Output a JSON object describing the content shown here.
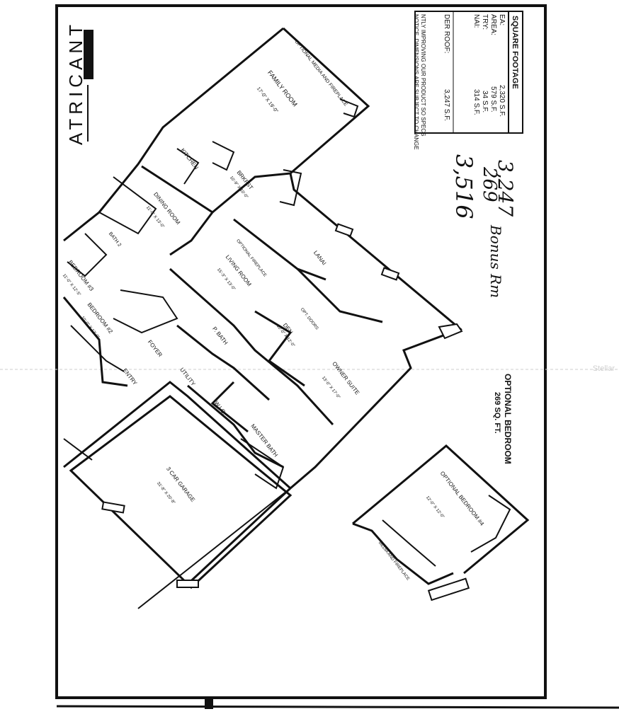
{
  "square_footage": {
    "title": "SQUARE FOOTAGE",
    "rows": [
      {
        "label": "EA:",
        "value": "2,320 S.F."
      },
      {
        "label": "AREA:",
        "value": "579 S.F."
      },
      {
        "label": "TRY:",
        "value": "34 S.F."
      },
      {
        "label": "NAI:",
        "value": "314 S.F."
      },
      {
        "label": "DER ROOF:",
        "value": "3,247 S.F."
      }
    ],
    "disclaimer_1": "NTLY IMPROVING OUR PRODUCT SO SPECS",
    "disclaimer_2": "NOTICE. DIMENSIONS ARE SUBJECT TO CHANGE"
  },
  "handwritten": {
    "line1": "3,247",
    "line2": "269",
    "line3": "3,516",
    "note": "Bonus Rm"
  },
  "brand": {
    "text": "ATRICANT"
  },
  "optional_bedroom": {
    "title": "OPTIONAL BEDROOM",
    "area": "269 SQ. FT."
  },
  "rooms": {
    "family_room": "FAMILY ROOM",
    "family_dim": "17'-0\" X 19'-0\"",
    "optional_fireplace_1": "OPTIONAL MEDIA AND FIREPLACE",
    "kitchen": "KITCHEN",
    "brkfst": "BRKFST",
    "brkfst_dim": "10'-9\" X 10'-0\"",
    "dining": "DINING ROOM",
    "dining_dim": "11'-0\" X 13'-0\"",
    "bath2": "BATH 2",
    "bedroom3": "BEDROOM #3",
    "bedroom3_dim": "11'-0\" X 12'-5\"",
    "bedroom2": "BEDROOM #2",
    "bedroom2_dim": "10'-0\" X 12'-0\"",
    "living": "LIVING ROOM",
    "living_dim": "15'-3\" X 13'-0\"",
    "optional_fireplace_2": "OPTIONAL FIREPLACE",
    "lanai": "LANAI",
    "den": "DEN",
    "den_dim": "10'-0\" X 12'-0\"",
    "den_doors": "OPT. DOORS",
    "foyer": "FOYER",
    "entry": "ENTRY",
    "pbath": "P. BATH",
    "utility": "UTILITY",
    "owner_suite": "OWNER SUITE",
    "owner_dim": "13'-0\" X 17'-0\"",
    "wic": "W.I.C.",
    "master_bath": "MASTER BATH",
    "garage": "3 CAR GARAGE",
    "garage_dim": "31'-8\" X 20'-8\"",
    "opt_bedroom": "OPTIONAL BEDROOM #4",
    "opt_bedroom_dim": "12'-0\" X 12'-0\"",
    "media_fireplace": "MEDIA AND FIREPLACE"
  },
  "watermark": "Stellar"
}
